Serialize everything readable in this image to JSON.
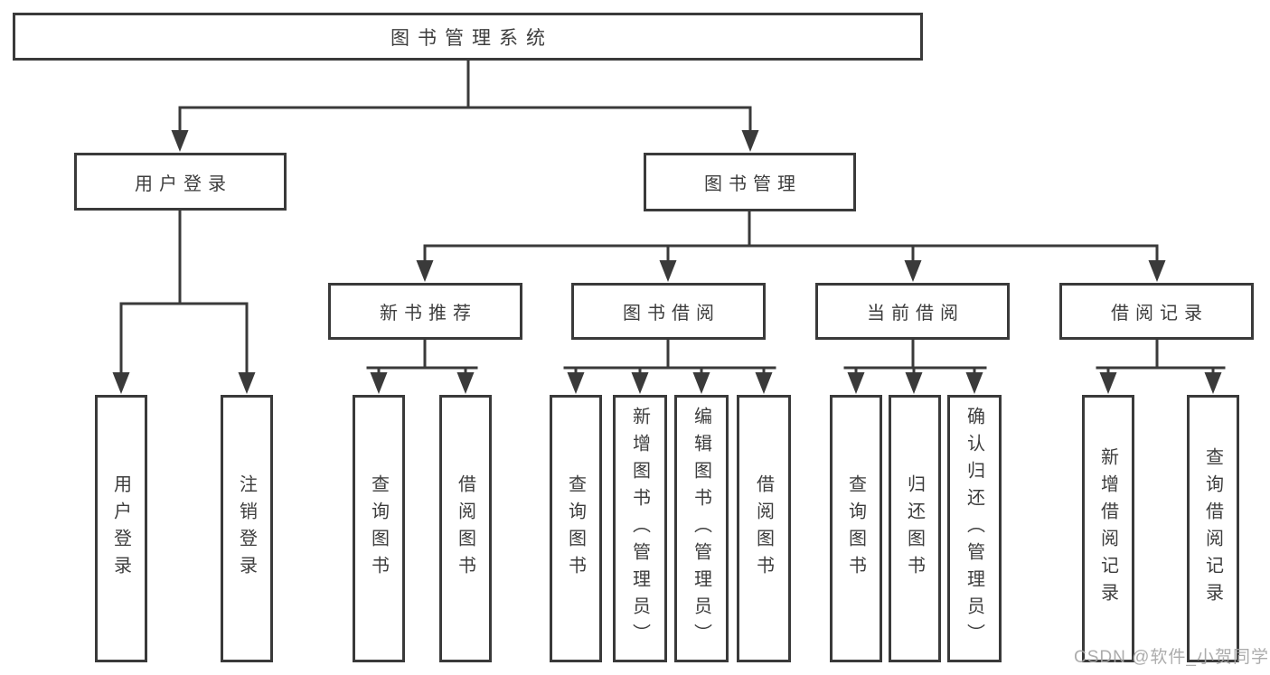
{
  "diagram_title": "图书管理系统",
  "watermark": "CSDN @软件_小贺同学",
  "colors": {
    "line": "#3a3a3a",
    "text": "#3d3d3d",
    "background": "#ffffff",
    "watermark": "#a5a5a5"
  },
  "root": {
    "label": "图书管理系统"
  },
  "branches": [
    {
      "label": "用户登录",
      "children": [
        {
          "label": "用户登录"
        },
        {
          "label": "注销登录"
        }
      ]
    },
    {
      "label": "图书管理",
      "subgroups": [
        {
          "label": "新书推荐",
          "children": [
            {
              "label": "查询图书"
            },
            {
              "label": "借阅图书"
            }
          ]
        },
        {
          "label": "图书借阅",
          "children": [
            {
              "label": "查询图书"
            },
            {
              "label": "新增图书（管理员）"
            },
            {
              "label": "编辑图书（管理员）"
            },
            {
              "label": "借阅图书"
            }
          ]
        },
        {
          "label": "当前借阅",
          "children": [
            {
              "label": "查询图书"
            },
            {
              "label": "归还图书"
            },
            {
              "label": "确认归还（管理员）"
            }
          ]
        },
        {
          "label": "借阅记录",
          "children": [
            {
              "label": "新增借阅记录"
            },
            {
              "label": "查询借阅记录"
            }
          ]
        }
      ]
    }
  ]
}
